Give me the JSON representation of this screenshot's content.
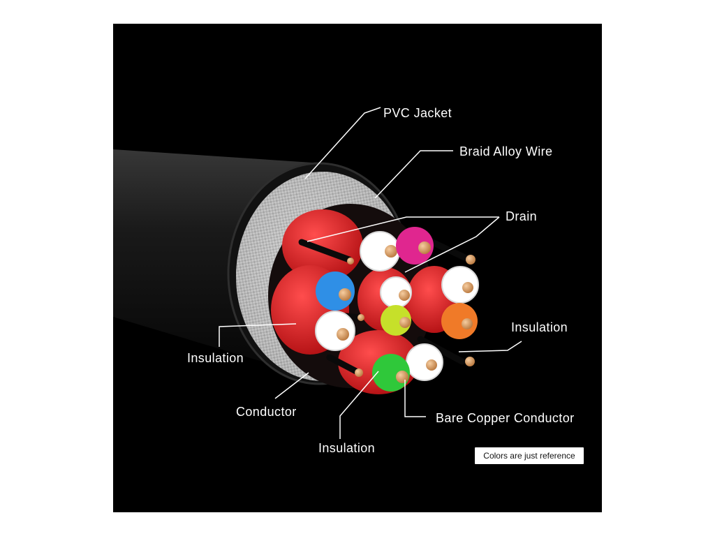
{
  "labels": {
    "pvc_jacket": "PVC Jacket",
    "braid_alloy_wire": "Braid Alloy Wire",
    "drain": "Drain",
    "insulation_right": "Insulation",
    "insulation_left": "Insulation",
    "conductor": "Conductor",
    "bare_copper_conductor": "Bare Copper Conductor",
    "insulation_bottom": "Insulation"
  },
  "note": "Colors are just reference",
  "colors": {
    "background": "#000000",
    "jacket": "#1a1a1a",
    "braid": "#c9c9c9",
    "pair_shield": "#d81e1e",
    "copper": "#d9a06a",
    "wire_colors": [
      "#ffffff",
      "#e0268f",
      "#2f8fe6",
      "#ffffff",
      "#ffffff",
      "#c6e02a",
      "#ffffff",
      "#f07a28",
      "#ffffff",
      "#2fc83a",
      "#ffffff"
    ]
  }
}
